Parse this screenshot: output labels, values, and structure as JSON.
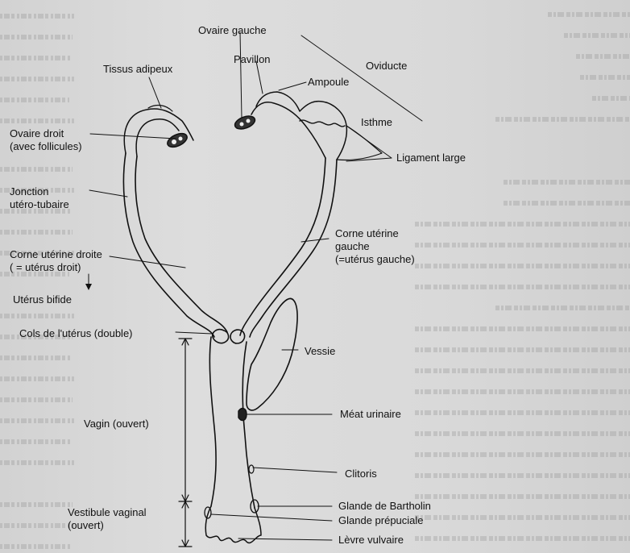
{
  "labels": {
    "ovaire_gauche": "Ovaire gauche",
    "tissus_adipeux": "Tissus adipeux",
    "pavillon": "Pavillon",
    "oviducte": "Oviducte",
    "ampoule": "Ampoule",
    "isthme": "Isthme",
    "ovaire_droit": "Ovaire droit\n(avec follicules)",
    "ligament_large": "Ligament large",
    "jonction": "Jonction\nutéro-tubaire",
    "corne_gauche": "Corne utérine\ngauche\n(=utérus gauche)",
    "corne_droite": "Corne utérine droite\n( = utérus droit)",
    "uterus_bifide": "Utérus bifide",
    "cols": "Cols de l'utérus (double)",
    "vessie": "Vessie",
    "vagin": "Vagin (ouvert)",
    "meat": "Méat urinaire",
    "clitoris": "Clitoris",
    "vestibule": "Vestibule vaginal\n(ouvert)",
    "bartholin": "Glande de Bartholin",
    "preputiale": "Glande prépuciale",
    "levre": "Lèvre vulvaire"
  },
  "colors": {
    "ink": "#111111",
    "paper": "#d9d9d9"
  }
}
